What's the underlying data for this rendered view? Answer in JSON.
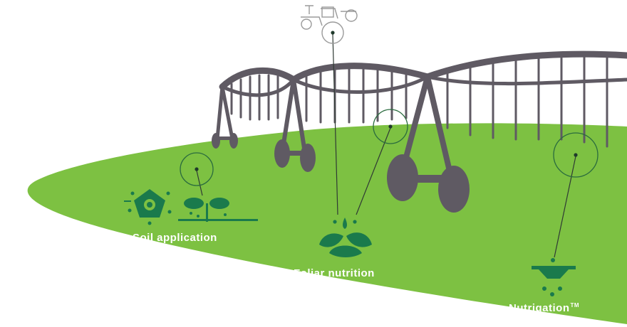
{
  "labels": {
    "soil": "Soil application",
    "foliar": "Foliar nutrition",
    "nutrigation": "Nutrigation",
    "nutrigation_mark": "TM"
  },
  "icons": [
    "tractor-icon",
    "seed-nutrient-icon",
    "root-sprout-icon",
    "leaves-droplet-icon",
    "drip-emitter-icon",
    "magnifier-circle-icon"
  ],
  "colors": {
    "field_green": "#7dc142",
    "icon_green": "#1a7a4c",
    "irrigation_gray": "#5f5a63",
    "label_white": "#ffffff",
    "guide_line": "#2f3a34"
  }
}
